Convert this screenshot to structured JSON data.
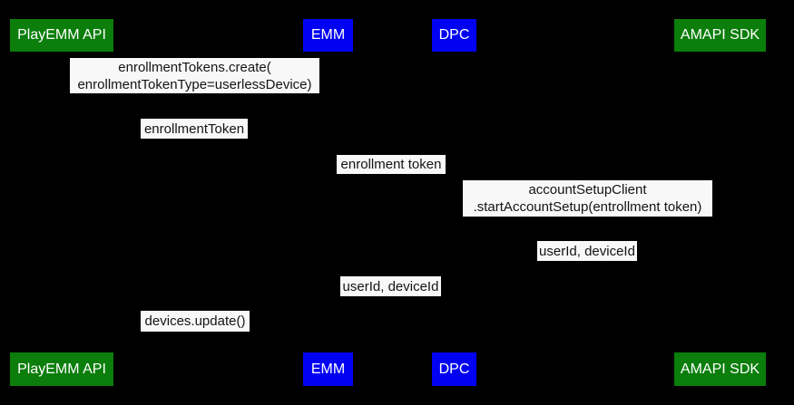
{
  "diagram": {
    "type": "sequence-diagram",
    "background_color": "#000000",
    "colors": {
      "actor_green": "#0b7e0b",
      "actor_blue": "#0202f2",
      "actor_text": "#ffffff",
      "message_bg": "#f8f8f8",
      "message_text": "#141414"
    },
    "actors": [
      {
        "label": "PlayEMM API",
        "color": "#0b7e0b"
      },
      {
        "label": "EMM",
        "color": "#0202f2"
      },
      {
        "label": "DPC",
        "color": "#0202f2"
      },
      {
        "label": "AMAPI SDK",
        "color": "#0b7e0b"
      }
    ],
    "messages": [
      {
        "label": "enrollmentTokens.create(\nenrollmentTokenType=userlessDevice)"
      },
      {
        "label": "enrollmentToken"
      },
      {
        "label": "enrollment token"
      },
      {
        "label": "accountSetupClient\n.startAccountSetup(entrollment token)"
      },
      {
        "label": "userId, deviceId"
      },
      {
        "label": "userId, deviceId"
      },
      {
        "label": "devices.update()"
      }
    ]
  }
}
